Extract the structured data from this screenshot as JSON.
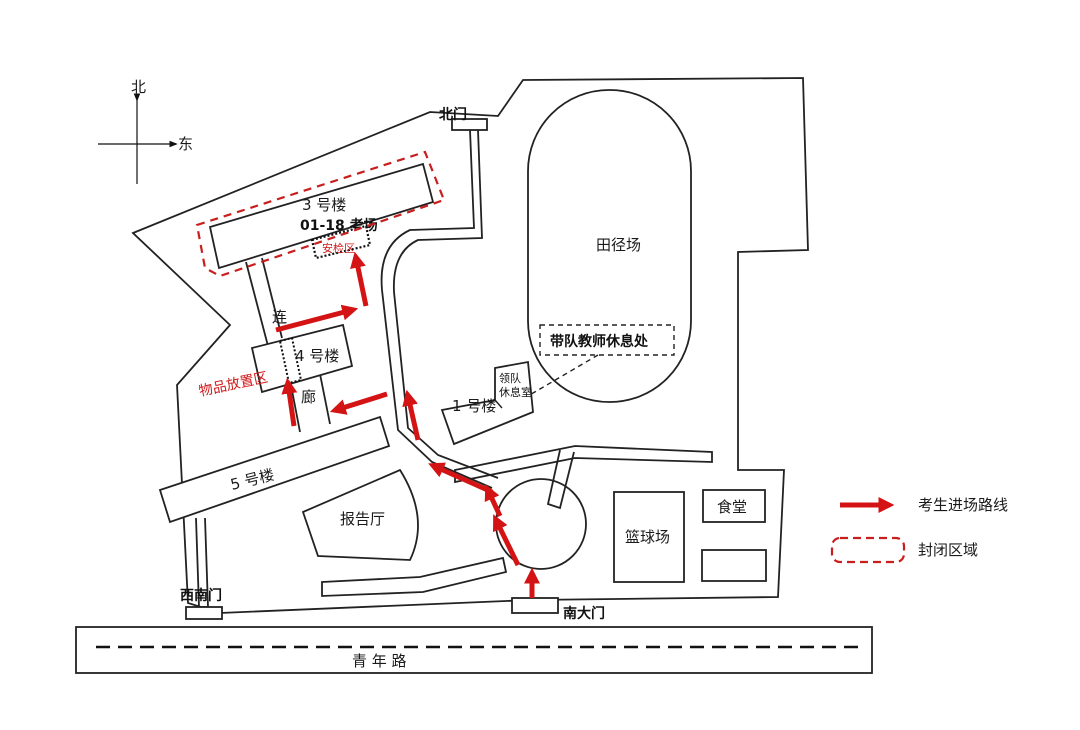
{
  "compass": {
    "north": "北",
    "east": "东"
  },
  "gates": {
    "north": "北门",
    "south_main": "南大门",
    "southwest": "西南门"
  },
  "buildings": {
    "b3": "3 号楼",
    "b3_rooms": "01-18 考场",
    "b3_zone": "安检区",
    "b4": "4 号楼",
    "b4_zone": "物品放置区",
    "b5": "5 号楼",
    "b1": "1 号楼",
    "b1_lounge": [
      "领队",
      "休息室"
    ],
    "hall": "报告厅",
    "field": "田径场",
    "teacher_rest": "带队教师休息处",
    "basketball": "篮球场",
    "canteen": "食堂",
    "corridor": [
      "连",
      "廊"
    ]
  },
  "road": {
    "name": "青 年 路"
  },
  "legend": {
    "route": "考生进场路线",
    "closed": "封闭区域",
    "route_color": "#d41414",
    "closed_color": "#c81e1e"
  }
}
